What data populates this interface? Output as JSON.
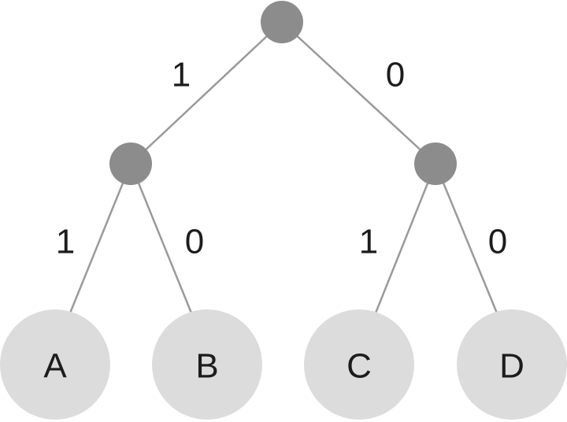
{
  "diagram": {
    "colors": {
      "edge": "#9a9a9a",
      "internal_node": "#8c8c8c",
      "leaf_node": "#dcdcdc",
      "text": "#1c1c1c"
    },
    "edges": {
      "root_left": "1",
      "root_right": "0",
      "left_a": "1",
      "left_b": "0",
      "right_c": "1",
      "right_d": "0"
    },
    "leaves": {
      "a": "A",
      "b": "B",
      "c": "C",
      "d": "D"
    }
  }
}
